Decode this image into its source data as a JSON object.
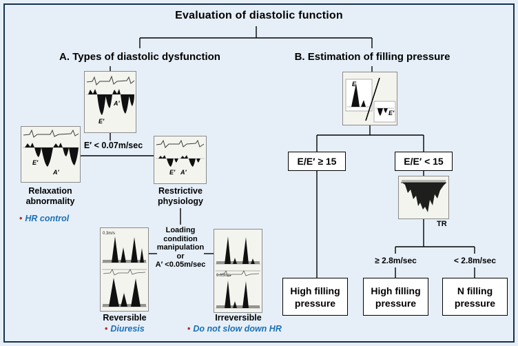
{
  "palette": {
    "canvas_bg": "#e6eff8",
    "frame_border": "#16304d",
    "connector": "#000000",
    "note_blue": "#1b6fb5",
    "bullet_red": "#a93226",
    "box_bg": "#ffffff",
    "box_border": "#000000"
  },
  "glyphs": {
    "bullet": "•"
  },
  "title": "Evaluation of diastolic function",
  "section_a": {
    "heading": "A. Types of diastolic dysfunction",
    "eprime_criterion": "E′ < 0.07m/sec",
    "tdi_image_labels": {
      "e_prime": "E′",
      "a_prime": "A′"
    },
    "relaxation": {
      "line1": "Relaxation",
      "line2": "abnormality",
      "note": "HR control",
      "echo_labels": {
        "e_prime": "E′",
        "a_prime": "A′"
      }
    },
    "restrictive": {
      "line1": "Restrictive",
      "line2": "physiology",
      "echo_labels": {
        "e_prime": "E′",
        "a_prime": "A′"
      }
    },
    "loading_lines": [
      "Loading",
      "condition",
      "manipulation",
      "or",
      "A′ <0.05m/sec"
    ],
    "reversible": {
      "label": "Reversible",
      "note": "Diuresis",
      "annotation": "0.3m/s"
    },
    "irreversible": {
      "label": "Irreversible",
      "note": "Do not slow down HR",
      "annotation": "0.05m/s"
    }
  },
  "section_b": {
    "heading": "B. Estimation of filling pressure",
    "ratio_image": {
      "e_label": "E",
      "e_prime_label": "E′"
    },
    "branch_ge15": "E/E′ ≥ 15",
    "branch_lt15": "E/E′ < 15",
    "tr_label": "TR",
    "velocity_ge": "≥ 2.8m/sec",
    "velocity_lt": "< 2.8m/sec",
    "outcome_ge15": {
      "line1": "High filling",
      "line2": "pressure"
    },
    "outcome_tr_high": {
      "line1": "High filling",
      "line2": "pressure"
    },
    "outcome_tr_normal": {
      "line1": "N filling",
      "line2": "pressure"
    }
  }
}
